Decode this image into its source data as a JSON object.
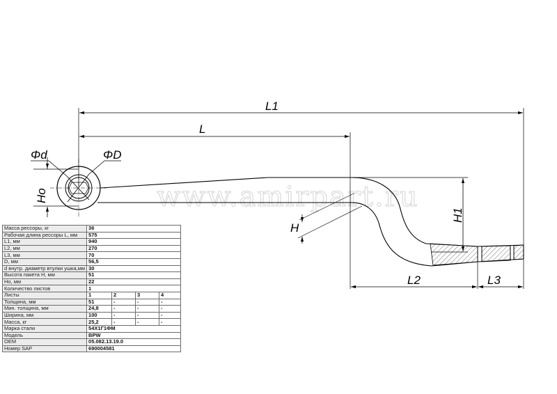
{
  "drawing": {
    "dimensions": {
      "L1": "L1",
      "L": "L",
      "L2": "L2",
      "L3": "L3",
      "H1": "H1",
      "H": "H",
      "Ho": "Ho",
      "d": "Φd",
      "D": "ΦD"
    },
    "watermark": "www.amirpart.ru"
  },
  "specs": {
    "rows": [
      {
        "label": "Масса рессоры, кг",
        "value": "36"
      },
      {
        "label": "Рабочая длина рессоры L, мм",
        "value": "575"
      },
      {
        "label": "L1, мм",
        "value": "940"
      },
      {
        "label": "L2, мм",
        "value": "270"
      },
      {
        "label": "L3, мм",
        "value": "70"
      },
      {
        "label": "D, мм",
        "value": "56,5"
      },
      {
        "label": "d внутр. диаметр втулки ушка,мм",
        "value": "30"
      },
      {
        "label": "Высота пакета H, мм",
        "value": "51"
      },
      {
        "label": "Ho, мм",
        "value": "22"
      },
      {
        "label": "Количество листов",
        "value": "1"
      }
    ],
    "leaves_header": {
      "label": "Листы",
      "cols": [
        "1",
        "2",
        "3",
        "4"
      ]
    },
    "leaf_rows": [
      {
        "label": "Толщина, мм",
        "cols": [
          "51",
          "-",
          "-",
          "-"
        ]
      },
      {
        "label": "Мин. толщина, мм",
        "cols": [
          "24,8",
          "-",
          "-",
          "-"
        ]
      },
      {
        "label": "Ширина, мм",
        "cols": [
          "100",
          "-",
          "-",
          "-"
        ]
      },
      {
        "label": "Масса, кг",
        "cols": [
          "25,2",
          "-",
          "-",
          "-"
        ]
      }
    ],
    "bottom_rows": [
      {
        "label": "Марка стали",
        "value": "54Х1Г1ФМ"
      },
      {
        "label": "Модель",
        "value": "BPW"
      },
      {
        "label": "OEM",
        "value": "05.082.13.19.0"
      },
      {
        "label": "Номер SAP",
        "value": "690004581"
      }
    ]
  }
}
